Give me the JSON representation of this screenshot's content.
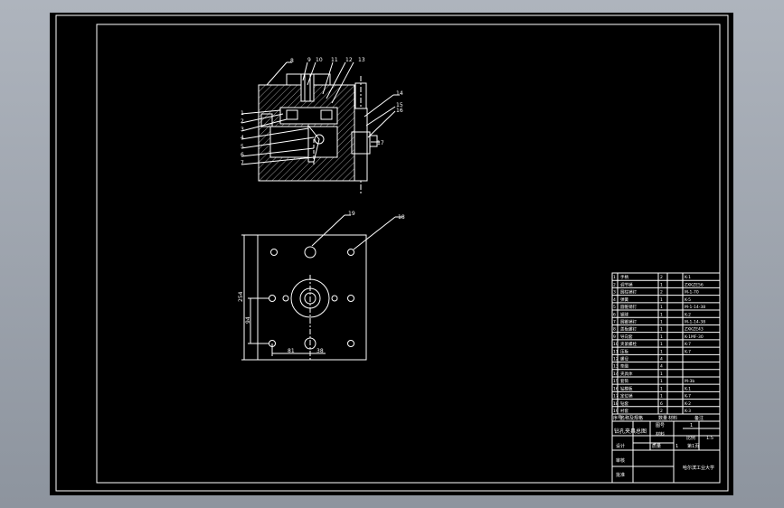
{
  "colors": {
    "background": "#000000",
    "lines": "#ffffff",
    "viewport": "#9aa1aa"
  },
  "callouts_top": [
    "8",
    "9",
    "10",
    "11",
    "12",
    "13",
    "14",
    "15",
    "16",
    "17",
    "1",
    "2",
    "3",
    "4",
    "5",
    "6",
    "7"
  ],
  "callouts_plan": [
    "19",
    "18"
  ],
  "dimensions": {
    "overall": "254",
    "offset_vertical": "94",
    "offset_horizontal": "81",
    "offset_small": "38"
  },
  "bom": [
    {
      "no": "1",
      "name": "手柄",
      "qty": "2",
      "spec": "K-1"
    },
    {
      "no": "2",
      "name": "调节销",
      "qty": "1",
      "spec": "ZXKZE56"
    },
    {
      "no": "3",
      "name": "圆柱销钉",
      "qty": "2",
      "spec": "M-1-70"
    },
    {
      "no": "4",
      "name": "弹簧",
      "qty": "1",
      "spec": "K-5"
    },
    {
      "no": "5",
      "name": "圆锥销钉",
      "qty": "1",
      "spec": "M-1-14-38"
    },
    {
      "no": "6",
      "name": "钢球",
      "qty": "1",
      "spec": "K-2"
    },
    {
      "no": "7",
      "name": "圆锥销钉",
      "qty": "1",
      "spec": "M-1-14-38"
    },
    {
      "no": "8",
      "name": "盖板螺钉",
      "qty": "1",
      "spec": "ZXKZE43"
    },
    {
      "no": "9",
      "name": "导向套",
      "qty": "1",
      "spec": "K-1MF-30"
    },
    {
      "no": "10",
      "name": "夹紧螺栓",
      "qty": "1",
      "spec": "K-7"
    },
    {
      "no": "11",
      "name": "压板",
      "qty": "1",
      "spec": "K-7"
    },
    {
      "no": "12",
      "name": "螺母",
      "qty": "4",
      "spec": ""
    },
    {
      "no": "13",
      "name": "垫圈",
      "qty": "4",
      "spec": ""
    },
    {
      "no": "14",
      "name": "夹具体",
      "qty": "1",
      "spec": ""
    },
    {
      "no": "15",
      "name": "套筒",
      "qty": "1",
      "spec": "M-3b"
    },
    {
      "no": "16",
      "name": "钻模板",
      "qty": "1",
      "spec": "K-1"
    },
    {
      "no": "17",
      "name": "定位销",
      "qty": "1",
      "spec": "K-7"
    },
    {
      "no": "18",
      "name": "钻套",
      "qty": "6",
      "spec": "K-2"
    },
    {
      "no": "19",
      "name": "衬套",
      "qty": "2",
      "spec": "K-3"
    }
  ],
  "bom_header": {
    "no": "序号",
    "name": "名称及规格",
    "qty": "数量",
    "material": "材料",
    "remark": "备注"
  },
  "title_block": {
    "drawing_title": "钻孔夹具总图",
    "sheet_label": "图号",
    "sheet_value": "1",
    "material_label": "材料",
    "scale_label": "比例",
    "scale_value": "1:5",
    "design_label": "设计",
    "weight_label": "质量",
    "weight_value": "1",
    "page_label": "第1页",
    "check_label": "审核",
    "approve_label": "批准",
    "school": "哈尔滨工业大学"
  }
}
